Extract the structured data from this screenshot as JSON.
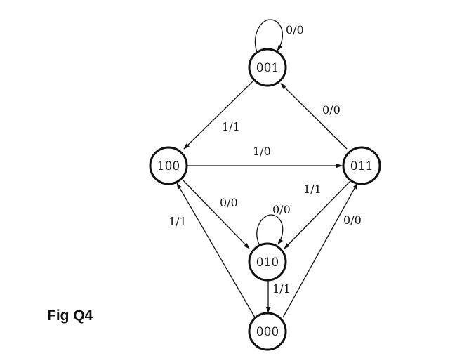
{
  "caption": "Fig Q4",
  "states": {
    "s001": "001",
    "s100": "100",
    "s011": "011",
    "s010": "010",
    "s000": "000"
  },
  "transitions": {
    "t001_self": "0/0",
    "t001_100": "1/1",
    "t011_001": "0/0",
    "t100_011": "1/0",
    "t100_010": "0/0",
    "t010_self": "0/0",
    "t011_010": "1/1",
    "t000_100": "1/1",
    "t000_011": "0/0",
    "t010_000": "1/1"
  },
  "colors": {
    "ink": "#111111",
    "background": "#ffffff"
  }
}
